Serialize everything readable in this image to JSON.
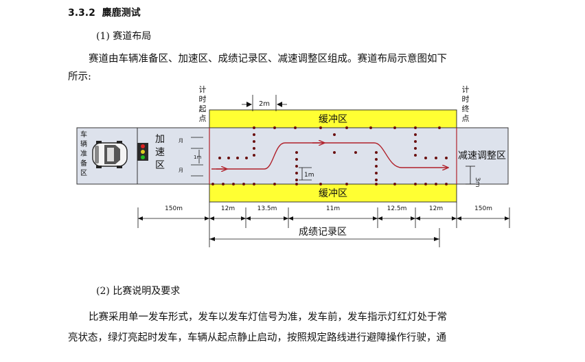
{
  "section": {
    "number": "3.3.2",
    "title": "麋鹿测试"
  },
  "subsection1": {
    "title": "(1)  赛道布局"
  },
  "para1": {
    "line1": "赛道由车辆准备区、加速区、成绩记录区、减速调整区组成。赛道布局示意图如下",
    "line2": "所示:"
  },
  "diagram": {
    "start_label": [
      "计",
      "时",
      "起",
      "点"
    ],
    "end_label": [
      "计",
      "时",
      "终",
      "点"
    ],
    "prep_zone": [
      "车",
      "辆",
      "准",
      "备",
      "区"
    ],
    "accel_zone": [
      "加",
      "速",
      "区"
    ],
    "decel_zone": "减速调整区",
    "buffer_top": "缓冲区",
    "buffer_bottom": "缓冲区",
    "gap_2m": "2m",
    "lane_1m": "1m",
    "lane_1m_small": "1m",
    "width_3m": "3m",
    "small_marks": [
      "月",
      "月"
    ],
    "segments": [
      "150m",
      "12m",
      "13.5m",
      "11m",
      "12.5m",
      "12m",
      "150m"
    ],
    "record_zone": "成绩记录区",
    "colors": {
      "buffer": "#ffff33",
      "track": "#dde2ec",
      "path": "#b0202a",
      "cone": "#6a1010"
    }
  },
  "subsection2": {
    "title": "(2)  比赛说明及要求"
  },
  "para2": {
    "line1": "比赛采用单一发车形式，发车以发车灯信号为准，发车前，发车指示灯红灯处于常",
    "line2": "亮状态，绿灯亮起时发车，车辆从起点静止启动，按照规定路线进行避障操作行驶，通"
  }
}
